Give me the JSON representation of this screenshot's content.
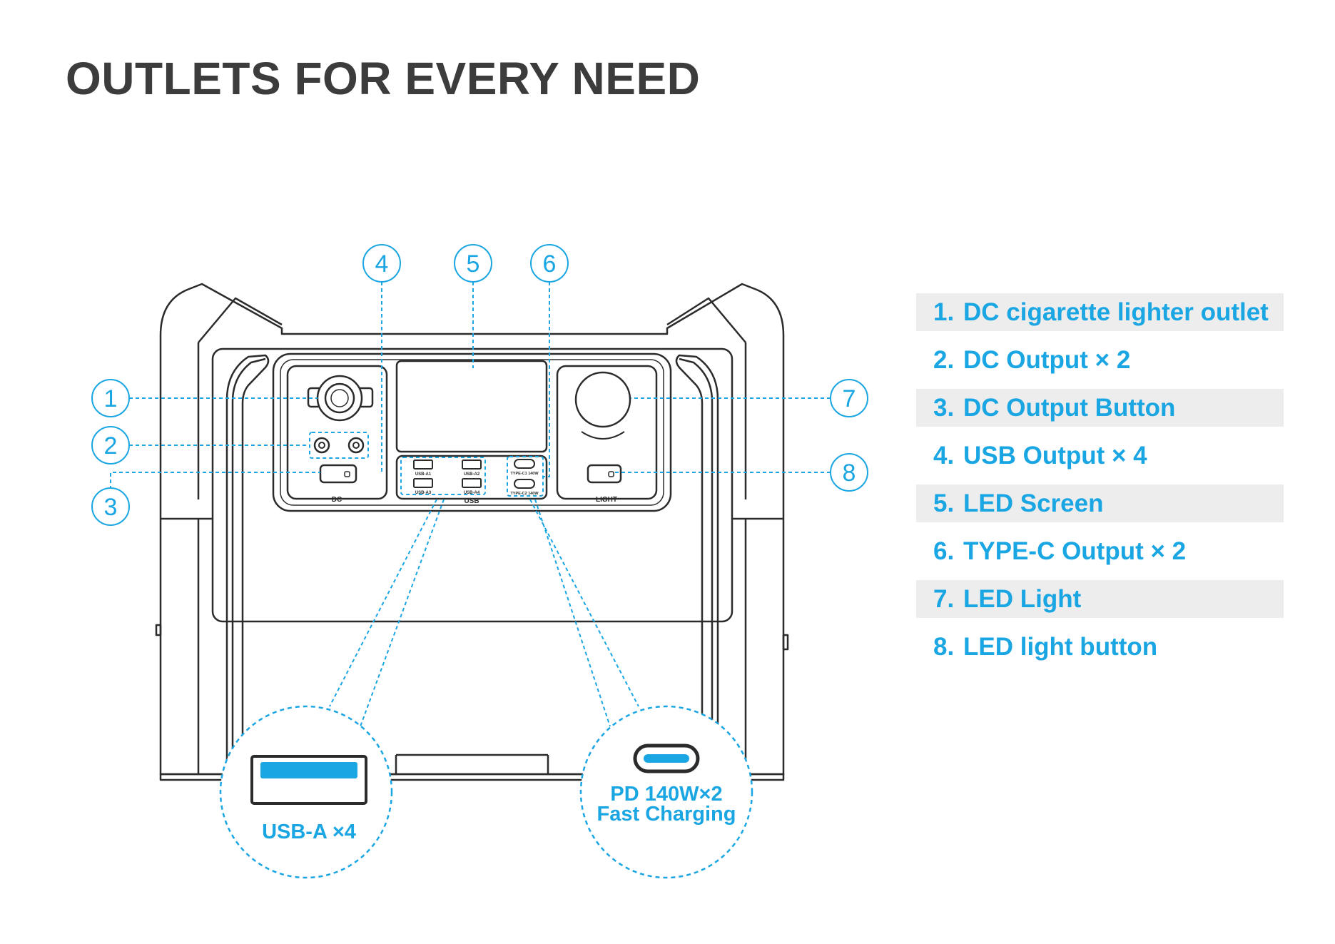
{
  "title": "OUTLETS FOR EVERY NEED",
  "panel_labels": {
    "dc": "DC",
    "usb": "USB",
    "light": "LIGHT"
  },
  "port_labels": {
    "usb_a1": "USB-A1",
    "usb_a2": "USB-A2",
    "usb_a3": "USB-A3",
    "usb_a4": "USB-A4",
    "type_c1": "TYPE-C1 140W",
    "type_c2": "TYPE-C2 140W"
  },
  "callouts": [
    {
      "number": "1",
      "label": "DC cigarette lighter outlet"
    },
    {
      "number": "2",
      "label": "DC Output × 2"
    },
    {
      "number": "3",
      "label": "DC Output Button"
    },
    {
      "number": "4",
      "label": "USB Output × 4"
    },
    {
      "number": "5",
      "label": "LED Screen"
    },
    {
      "number": "6",
      "label": "TYPE-C Output × 2"
    },
    {
      "number": "7",
      "label": "LED Light"
    },
    {
      "number": "8",
      "label": "LED light button"
    }
  ],
  "zoom_usb": {
    "label": "USB-A ×4"
  },
  "zoom_typec": {
    "line1": "PD 140W×2",
    "line2": "Fast Charging"
  },
  "colors": {
    "accent": "#1aa6e2",
    "outline": "#2b2b2b",
    "title": "#3c3c3c",
    "legend_shade": "#ededee"
  }
}
